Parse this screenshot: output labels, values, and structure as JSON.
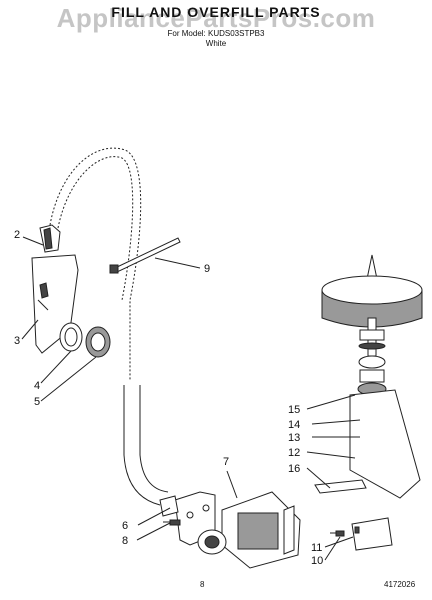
{
  "header": {
    "title": "FILL AND OVERFILL PARTS",
    "watermark": "AppliancePartsPros.com",
    "model_line": "For Model: KUDS03STPB3",
    "color_line": "White"
  },
  "callouts": [
    {
      "id": "2",
      "label": "2"
    },
    {
      "id": "3",
      "label": "3"
    },
    {
      "id": "4",
      "label": "4"
    },
    {
      "id": "5",
      "label": "5"
    },
    {
      "id": "9",
      "label": "9"
    },
    {
      "id": "7",
      "label": "7"
    },
    {
      "id": "6",
      "label": "6"
    },
    {
      "id": "8",
      "label": "8"
    },
    {
      "id": "15",
      "label": "15"
    },
    {
      "id": "14",
      "label": "14"
    },
    {
      "id": "13",
      "label": "13"
    },
    {
      "id": "12",
      "label": "12"
    },
    {
      "id": "16",
      "label": "16"
    },
    {
      "id": "11",
      "label": "11"
    },
    {
      "id": "10",
      "label": "10"
    }
  ],
  "footer": {
    "page_number": "8",
    "doc_number": "4172026"
  }
}
